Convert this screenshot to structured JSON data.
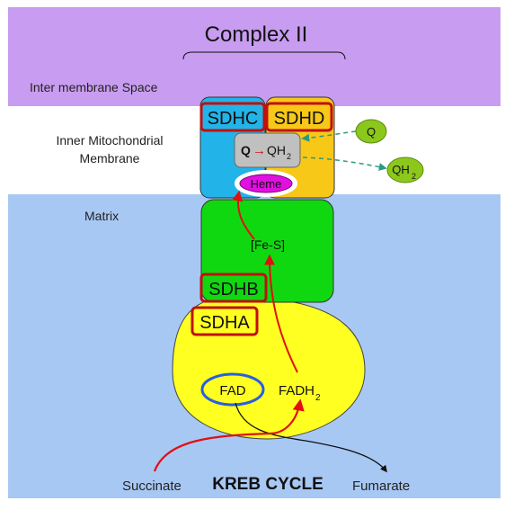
{
  "title": "Complex II",
  "regions": {
    "intermembrane": "Inter membrane Space",
    "membrane_line1": "Inner Mitochondrial",
    "membrane_line2": "Membrane",
    "matrix": "Matrix"
  },
  "subunits": {
    "sdhc": "SDHC",
    "sdhd": "SDHD",
    "sdhb": "SDHB",
    "sdha": "SDHA"
  },
  "cofactors": {
    "q": "Q",
    "arrow": "→",
    "qh": "QH",
    "sub2": "2",
    "heme": "Heme",
    "fes": "[Fe-S]",
    "fad": "FAD",
    "fadh": "FADH",
    "fadh_sub": "2"
  },
  "outside": {
    "q": "Q",
    "qh": "QH",
    "qh_sub": "2"
  },
  "bottom": {
    "succinate": "Succinate",
    "kreb": "KREB CYCLE",
    "fumarate": "Fumarate"
  },
  "colors": {
    "intermembrane": "#c89cf0",
    "matrix": "#a8c8f4",
    "sdhc": "#22b4e8",
    "sdhd": "#f8c818",
    "sdhb": "#10d810",
    "sdha": "#ffff22",
    "heme": "#e010e0",
    "q_ball": "#8cc81c",
    "red_arrow": "#e01010",
    "green_arrow": "#2a9a80"
  }
}
